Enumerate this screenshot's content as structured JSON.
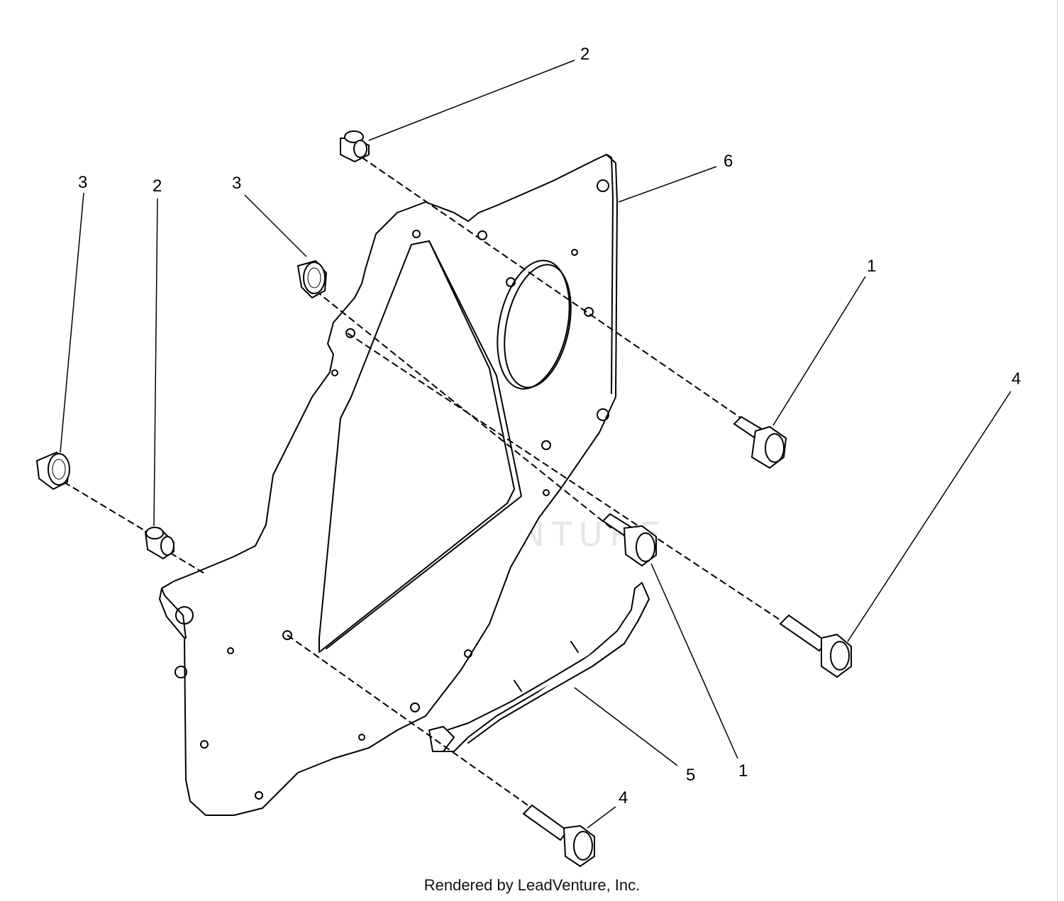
{
  "watermark": "LEADVENTURE",
  "footer": "Rendered by LeadVenture, Inc.",
  "callouts": [
    "2",
    "6",
    "3",
    "2",
    "3",
    "1",
    "4",
    "5",
    "1",
    "4"
  ],
  "colors": {
    "line": "#000000",
    "watermark": "#e6e6e6",
    "background": "#ffffff"
  }
}
